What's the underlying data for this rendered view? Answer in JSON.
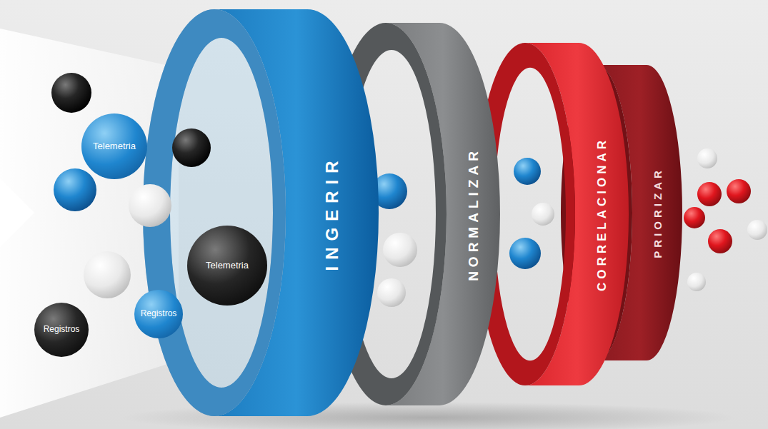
{
  "diagram": {
    "nodes": [
      {
        "text": [
          "Telemetria"
        ]
      },
      {
        "text": [
          "Telemetria"
        ]
      },
      {
        "text": [
          "Registros"
        ]
      },
      {
        "text": [
          "Registros"
        ]
      },
      {
        "text": [
          "INGERIR"
        ]
      },
      {
        "text": [
          "NORMALIZAR"
        ]
      },
      {
        "text": [
          "CORRELACIONAR"
        ]
      },
      {
        "text": [
          "PRIORIZAR"
        ]
      }
    ]
  }
}
